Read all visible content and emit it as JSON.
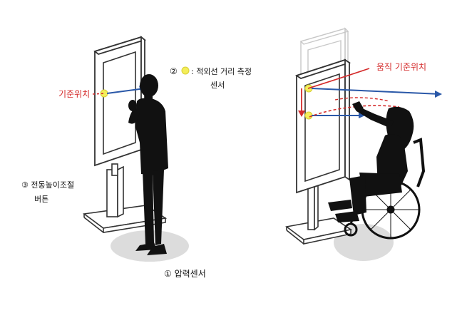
{
  "labels": {
    "reference_position_left": "기준위치",
    "sensor_marker": "②",
    "sensor_line1": ": 적외선 거리 측정",
    "sensor_line2": "센서",
    "button_line1": "③ 전동높이조절",
    "button_line2": "버튼",
    "pressure_sensor": "① 압력센서",
    "reference_position_right": "움직 기준위치"
  },
  "colors": {
    "annotation_red": "#d42a2a",
    "arrow_blue": "#2a58a8",
    "sensor_yellow": "#f4ee5a",
    "silhouette": "#111111",
    "floor_shadow": "#dcdcdc"
  }
}
